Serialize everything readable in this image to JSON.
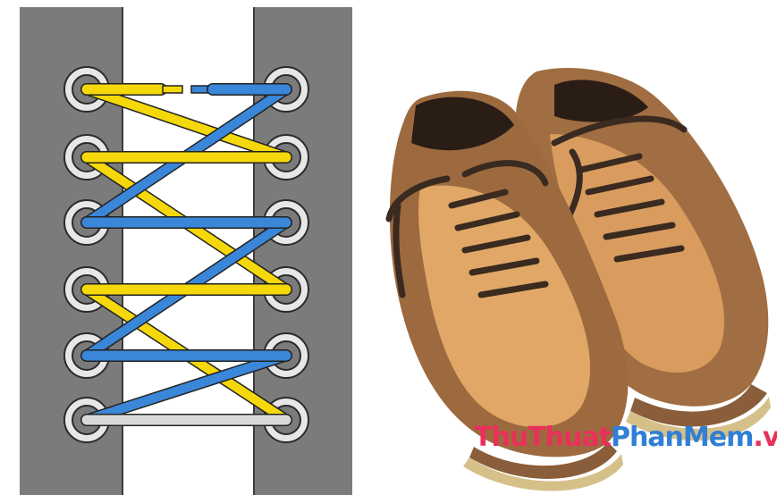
{
  "colors": {
    "background": "#ffffff",
    "shoe_panel": "#7b7b7b",
    "shoe_tongue": "#ffffff",
    "lace_yellow": "#f5d80a",
    "lace_blue": "#3a86d8",
    "lace_grey": "#d9d9d9",
    "eyelet": "#e7e7e7",
    "leather": "#b07a4b",
    "suede": "#dba266",
    "shoelace": "#3a2a20",
    "watermark_red": "#e8315a",
    "watermark_blue": "#2f7fd6"
  },
  "diagram": {
    "eyelet_rows": 6,
    "rows": [
      {
        "type": "yellow"
      },
      {
        "type": "yellow"
      },
      {
        "type": "blue"
      },
      {
        "type": "yellow"
      },
      {
        "type": "blue"
      },
      {
        "type": "grey"
      }
    ]
  },
  "watermark": {
    "part1": "ThuThuat",
    "part2": "PhanMem",
    "part3": ".vn"
  }
}
